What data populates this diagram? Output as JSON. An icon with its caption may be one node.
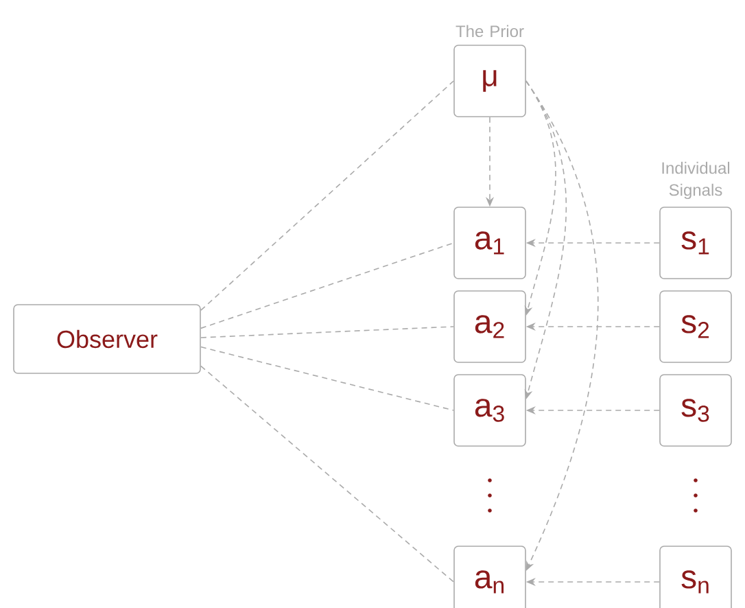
{
  "diagram": {
    "nodes": [
      {
        "text": [
          "Observer"
        ]
      },
      {
        "text": [
          "μ"
        ],
        "beside": [
          "The Prior"
        ]
      },
      {
        "text": [
          "a$_{1}$"
        ]
      },
      {
        "text": [
          "a$_{2}$"
        ]
      },
      {
        "text": [
          "a$_{3}$"
        ]
      },
      {
        "text": [
          "a$_{n}$"
        ]
      },
      {
        "text": [
          "s$_{1}$"
        ],
        "beside": [
          "Individual Signals"
        ]
      },
      {
        "text": [
          "s$_{2}$"
        ]
      },
      {
        "text": [
          "s$_{3}$"
        ]
      },
      {
        "text": [
          "s$_{n}$"
        ]
      }
    ],
    "edges": [
      {
        "from": 0,
        "to": 1,
        "arrow": "none",
        "style": "dashed"
      },
      {
        "from": 0,
        "to": 2,
        "arrow": "none",
        "style": "dashed"
      },
      {
        "from": 0,
        "to": 3,
        "arrow": "none",
        "style": "dashed"
      },
      {
        "from": 0,
        "to": 4,
        "arrow": "none",
        "style": "dashed"
      },
      {
        "from": 0,
        "to": 5,
        "arrow": "none",
        "style": "dashed"
      },
      {
        "from": 1,
        "to": 2,
        "arrow": "to",
        "style": "dashed"
      },
      {
        "from": 1,
        "to": 3,
        "arrow": "to",
        "style": "dashed"
      },
      {
        "from": 1,
        "to": 4,
        "arrow": "to",
        "style": "dashed"
      },
      {
        "from": 1,
        "to": 5,
        "arrow": "to",
        "style": "dashed"
      },
      {
        "from": 6,
        "to": 2,
        "arrow": "to",
        "style": "dashed"
      },
      {
        "from": 7,
        "to": 3,
        "arrow": "to",
        "style": "dashed"
      },
      {
        "from": 8,
        "to": 4,
        "arrow": "to",
        "style": "dashed"
      },
      {
        "from": 9,
        "to": 5,
        "arrow": "to",
        "style": "dashed"
      }
    ]
  }
}
